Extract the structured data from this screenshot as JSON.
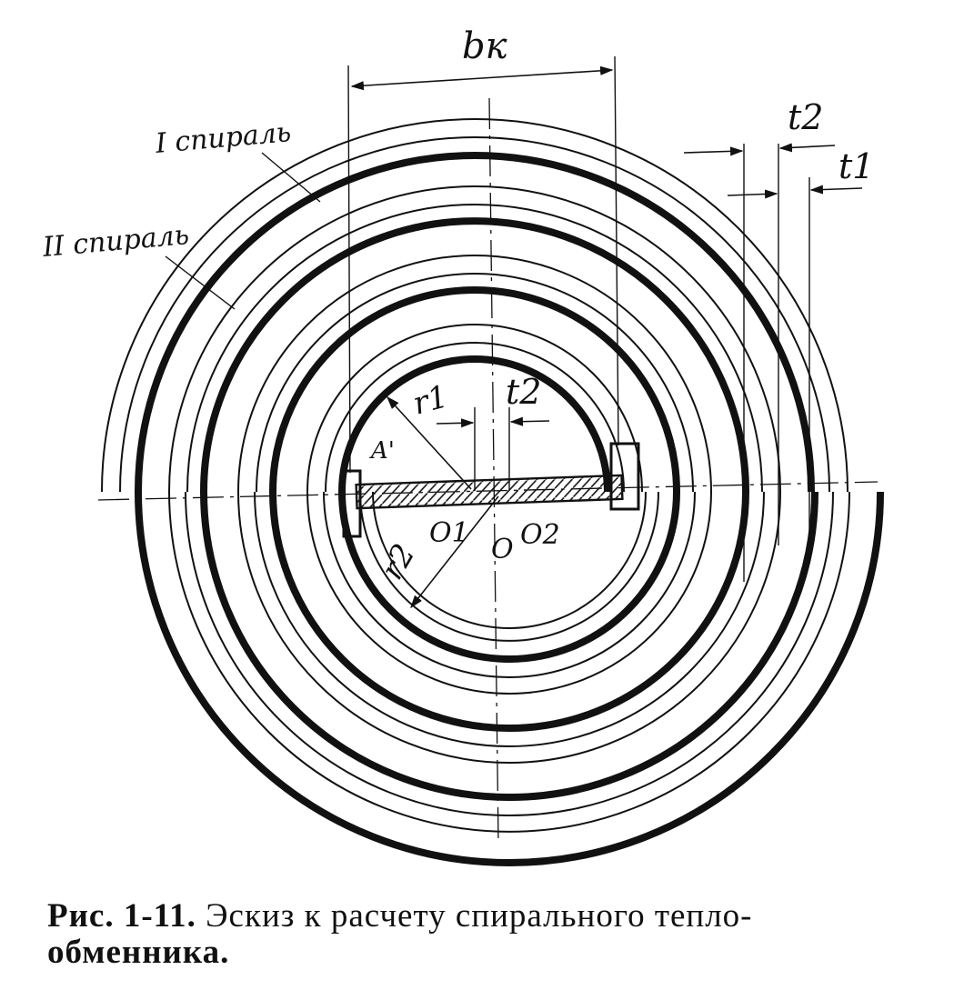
{
  "labels": {
    "spiral_1": "I спираль",
    "spiral_2": "II спираль",
    "b_k": "bк",
    "t2_top": "t2",
    "t1": "t1",
    "r1": "r1",
    "r2": "r2",
    "t2_center": "t2",
    "a_prime": "A'",
    "o1": "O1",
    "o": "O",
    "o2": "O2"
  },
  "caption": {
    "number": "Рис. 1-11.",
    "text_line1": "Эскиз к расчету спирального тепло-",
    "text_line2": "обменника."
  }
}
